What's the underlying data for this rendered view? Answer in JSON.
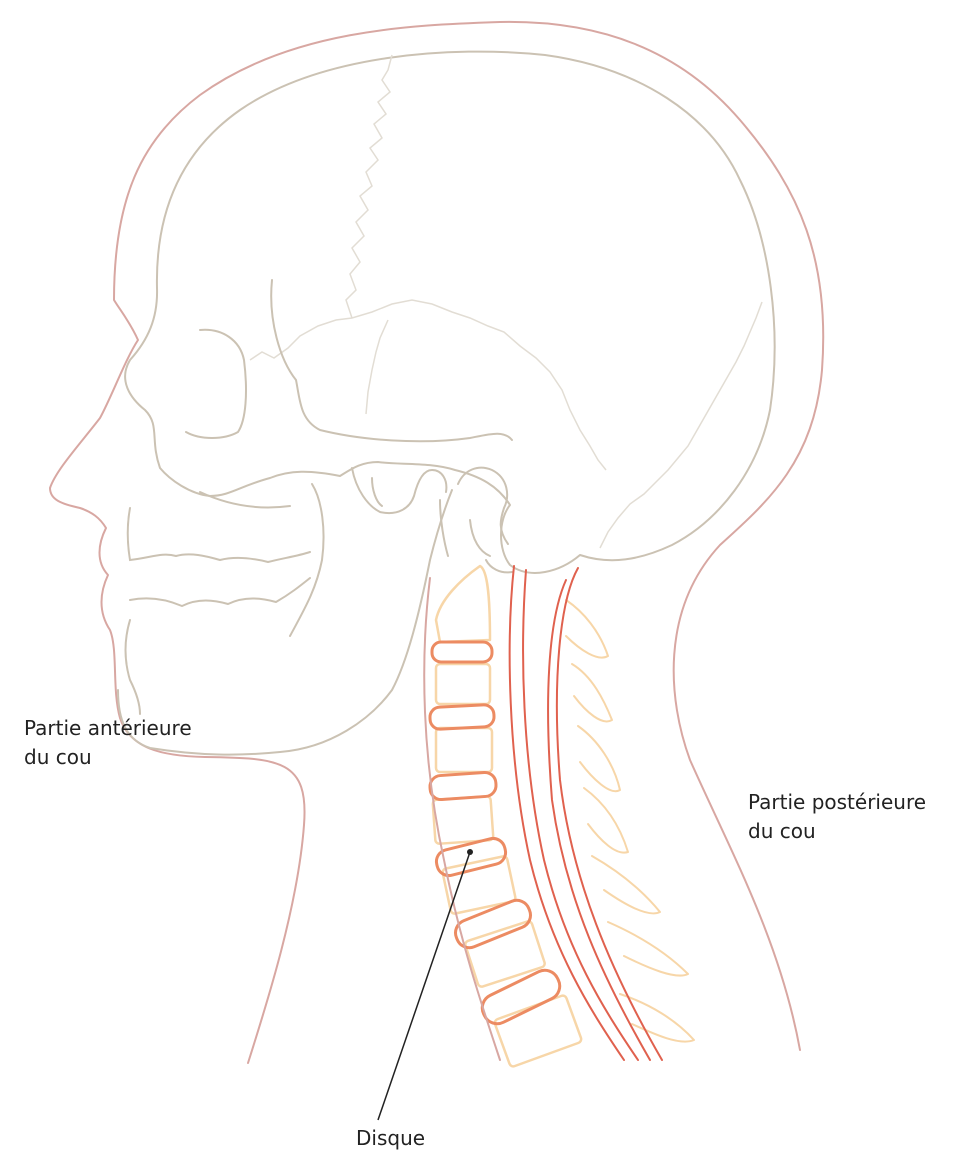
{
  "labels": {
    "anterior": {
      "line1": "Partie antérieure",
      "line2": "du cou"
    },
    "posterior": {
      "line1": "Partie postérieure",
      "line2": "du cou"
    },
    "disc": "Disque"
  },
  "colors": {
    "skin": "#d8a7a2",
    "skull": "#cbc2b3",
    "suture": "#e2ddd4",
    "vertebra": "#f7d6a8",
    "disc": "#ec8b62",
    "canal": "#e0614e",
    "leader": "#222222",
    "text": "#222222"
  }
}
